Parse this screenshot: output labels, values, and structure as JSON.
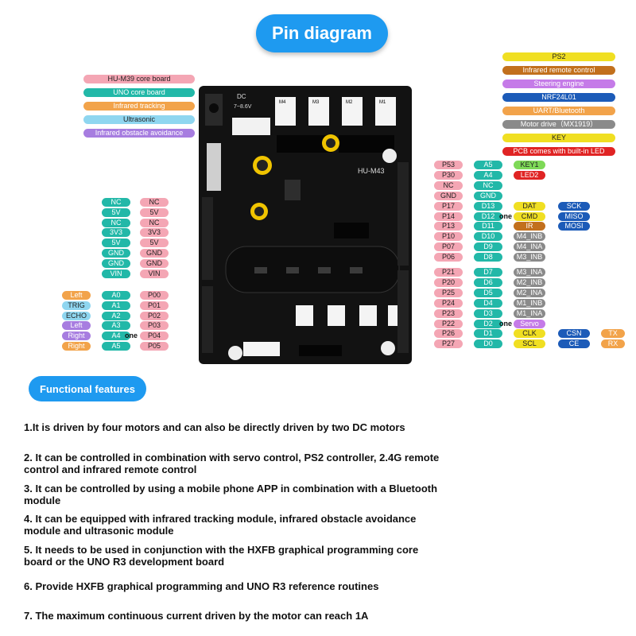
{
  "title": "Pin diagram",
  "board": {
    "model": "HU-M43",
    "power_label": "7~8.6V",
    "dc_label": "DC",
    "motors": [
      "M4",
      "M3",
      "M2",
      "M1"
    ]
  },
  "legend_left": [
    {
      "text": "HU-M39 core board",
      "color": "#f4a6b4"
    },
    {
      "text": "UNO core board",
      "color": "#22b8a8"
    },
    {
      "text": "Infrared tracking",
      "color": "#f2a34a"
    },
    {
      "text": "Ultrasonic",
      "color": "#8fd6f0"
    },
    {
      "text": "Infrared obstacle avoidance",
      "color": "#a77de0"
    }
  ],
  "legend_right": [
    {
      "text": "PS2",
      "color": "#f0df22"
    },
    {
      "text": "Infrared remote control",
      "color": "#c2701d"
    },
    {
      "text": "Steering engine",
      "color": "#c57be8"
    },
    {
      "text": "NRF24L01",
      "color": "#1c5bb8"
    },
    {
      "text": "UART/Bluetooth",
      "color": "#f2a34a"
    },
    {
      "text": "Motor drive（MX1919）",
      "color": "#8a8a8a"
    },
    {
      "text": "KEY",
      "color": "#f0df22"
    },
    {
      "text": "PCB comes with built-in LED",
      "color": "#e02424"
    }
  ],
  "left_power_pins": [
    {
      "uno": "NC",
      "hu": "NC"
    },
    {
      "uno": "5V",
      "hu": "5V"
    },
    {
      "uno": "NC",
      "hu": "NC"
    },
    {
      "uno": "3V3",
      "hu": "3V3"
    },
    {
      "uno": "5V",
      "hu": "5V"
    },
    {
      "uno": "GND",
      "hu": "GND"
    },
    {
      "uno": "GND",
      "hu": "GND"
    },
    {
      "uno": "VIN",
      "hu": "VIN"
    }
  ],
  "left_signal_pins": [
    {
      "func": "Left",
      "uno": "A0",
      "hu": "P00",
      "fc": "#f2a34a"
    },
    {
      "func": "TRIG",
      "uno": "A1",
      "hu": "P01",
      "fc": "#8fd6f0"
    },
    {
      "func": "ECHO",
      "uno": "A2",
      "hu": "P02",
      "fc": "#8fd6f0"
    },
    {
      "func": "Left",
      "uno": "A3",
      "hu": "P03",
      "fc": "#a77de0"
    },
    {
      "func": "Right",
      "uno": "A4",
      "hu": "P04",
      "fc": "#a77de0",
      "one": "one"
    },
    {
      "func": "Right",
      "uno": "A5",
      "hu": "P05",
      "fc": "#f2a34a"
    }
  ],
  "right_pins_top": [
    {
      "hu": "P53",
      "uno": "A5",
      "f1": "KEY1",
      "c1": "#7ed957"
    },
    {
      "hu": "P30",
      "uno": "A4",
      "f1": "LED2",
      "c1": "#e02424"
    },
    {
      "hu": "NC",
      "uno": "NC"
    },
    {
      "hu": "GND",
      "uno": "GND"
    },
    {
      "hu": "P17",
      "uno": "D13",
      "f1": "DAT",
      "c1": "#f0df22",
      "f2": "SCK",
      "c2": "#1c5bb8"
    },
    {
      "hu": "P14",
      "uno": "D12",
      "one": "one",
      "f1": "CMD",
      "c1": "#f0df22",
      "f2": "MISO",
      "c2": "#1c5bb8"
    },
    {
      "hu": "P13",
      "uno": "D11",
      "f1": "IR",
      "c1": "#c2701d",
      "f2": "MOSI",
      "c2": "#1c5bb8"
    },
    {
      "hu": "P10",
      "uno": "D10",
      "f1": "M4_INB",
      "c1": "#8a8a8a"
    },
    {
      "hu": "P07",
      "uno": "D9",
      "f1": "M4_INA",
      "c1": "#8a8a8a"
    },
    {
      "hu": "P06",
      "uno": "D8",
      "f1": "M3_INB",
      "c1": "#8a8a8a"
    }
  ],
  "right_pins_bottom": [
    {
      "hu": "P21",
      "uno": "D7",
      "f1": "M3_INA",
      "c1": "#8a8a8a"
    },
    {
      "hu": "P20",
      "uno": "D6",
      "f1": "M2_INB",
      "c1": "#8a8a8a"
    },
    {
      "hu": "P25",
      "uno": "D5",
      "f1": "M2_INA",
      "c1": "#8a8a8a"
    },
    {
      "hu": "P24",
      "uno": "D4",
      "f1": "M1_INB",
      "c1": "#8a8a8a"
    },
    {
      "hu": "P23",
      "uno": "D3",
      "f1": "M1_INA",
      "c1": "#8a8a8a"
    },
    {
      "hu": "P22",
      "uno": "D2",
      "one": "one",
      "f1": "Servo",
      "c1": "#c57be8"
    },
    {
      "hu": "P26",
      "uno": "D1",
      "f1": "CLK",
      "c1": "#f0df22",
      "f2": "CSN",
      "c2": "#1c5bb8",
      "f3": "TX",
      "c3": "#f2a34a"
    },
    {
      "hu": "P27",
      "uno": "D0",
      "f1": "SCL",
      "c1": "#f0df22",
      "f2": "CE",
      "c2": "#1c5bb8",
      "f3": "RX",
      "c3": "#f2a34a"
    }
  ],
  "features_heading": "Functional features",
  "features": [
    "1.It is driven by four motors and can also be directly driven by two DC motors",
    "2. It can be controlled in combination with servo control, PS2 controller, 2.4G remote control and infrared remote control",
    "3. It can be controlled by using a mobile phone APP in combination with a Bluetooth module",
    "4. It can be equipped with infrared tracking module, infrared obstacle avoidance module and ultrasonic module",
    "5. It needs to be used in conjunction with the HXFB graphical programming core board or the UNO R3 development board",
    "6. Provide HXFB graphical programming and UNO R3 reference routines",
    "7. The maximum continuous current driven by the motor can reach 1A"
  ],
  "colors": {
    "accent": "#1e9af0",
    "hu_pin": "#f4a6b4",
    "uno_pin": "#22b8a8",
    "hu_pin_right": "#f4a6b4"
  }
}
